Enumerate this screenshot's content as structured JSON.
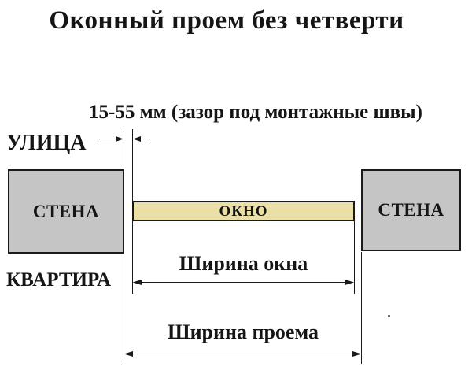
{
  "title": "Оконный проем без четверти",
  "labels": {
    "gap": "15-55 мм (зазор под монтажные швы)",
    "street": "УЛИЦА",
    "apartment": "КВАРТИРА",
    "wall_left": "СТЕНА",
    "wall_right": "СТЕНА",
    "window": "ОКНО",
    "window_width": "Ширина окна",
    "opening_width": "Ширина проема"
  },
  "dimensions": {
    "gap_range_mm": "15-55",
    "gap_description": "зазор под монтажные швы"
  },
  "colors": {
    "background": "#ffffff",
    "wall_fill": "#c5c5c5",
    "window_fill": "#e9dfa7",
    "outline": "#1a1a1a",
    "text": "#151515"
  }
}
